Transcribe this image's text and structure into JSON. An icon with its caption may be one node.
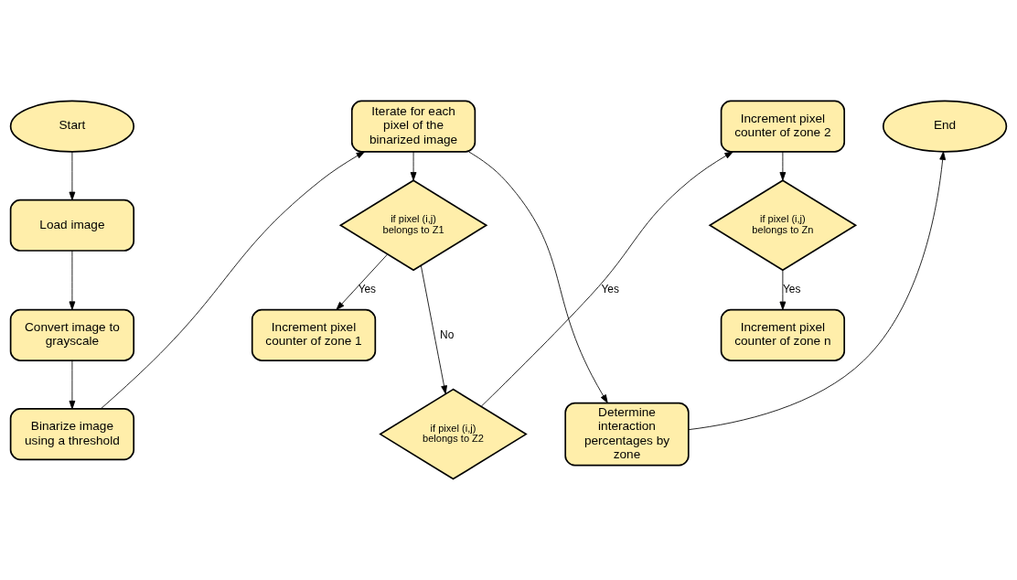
{
  "diagram": {
    "nodes": [
      {
        "text": [
          "Start"
        ]
      },
      {
        "text": [
          "Load image"
        ]
      },
      {
        "text": [
          "Convert image to grayscale"
        ]
      },
      {
        "text": [
          "Binarize image using a threshold"
        ]
      },
      {
        "text": [
          "Iterate for each pixel of the binarized image"
        ]
      },
      {
        "text": [
          "if pixel (i,j) belongs to Z1"
        ]
      },
      {
        "text": [
          "Increment pixel counter of zone 1"
        ]
      },
      {
        "text": [
          "if pixel (i,j) belongs to Z2"
        ]
      },
      {
        "text": [
          "Increment pixel counter of zone 2"
        ]
      },
      {
        "text": [
          "if pixel (i,j) belongs to Zn"
        ]
      },
      {
        "text": [
          "Increment pixel counter of zone n"
        ]
      },
      {
        "text": [
          "Determine interaction percentages by zone"
        ]
      },
      {
        "text": [
          "End"
        ]
      }
    ],
    "edges": [
      {
        "from": 0,
        "to": 1,
        "arrow": "to"
      },
      {
        "from": 1,
        "to": 2,
        "arrow": "to"
      },
      {
        "from": 2,
        "to": 3,
        "arrow": "to"
      },
      {
        "from": 3,
        "to": 4,
        "arrow": "to"
      },
      {
        "from": 4,
        "to": 5,
        "arrow": "to"
      },
      {
        "from": 5,
        "to": 6,
        "arrow": "to",
        "label": "Yes"
      },
      {
        "from": 5,
        "to": 7,
        "arrow": "to",
        "label": "No"
      },
      {
        "from": 4,
        "to": 11,
        "arrow": "to"
      },
      {
        "from": 7,
        "to": 8,
        "arrow": "to",
        "label": "Yes"
      },
      {
        "from": 8,
        "to": 9,
        "arrow": "to"
      },
      {
        "from": 9,
        "to": 10,
        "arrow": "to",
        "label": "Yes"
      },
      {
        "from": 11,
        "to": 12,
        "arrow": "to"
      }
    ]
  }
}
